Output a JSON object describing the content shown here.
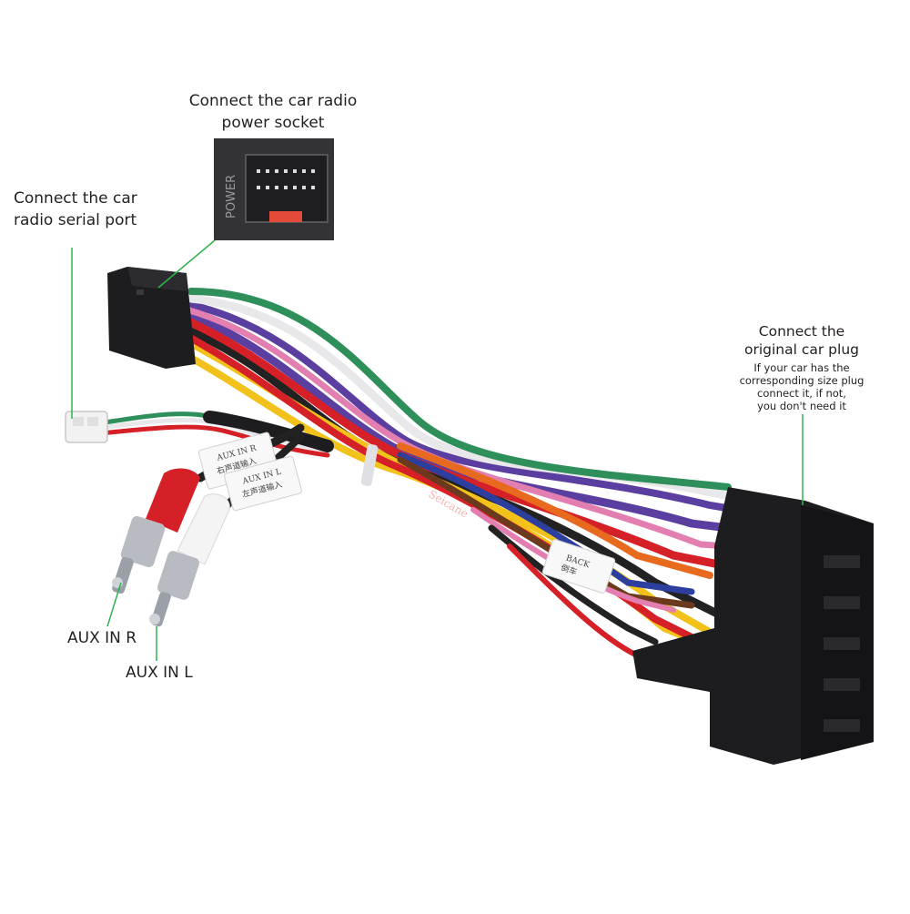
{
  "labels": {
    "power_socket_line1": "Connect the car radio",
    "power_socket_line2": "power socket",
    "serial_port_line1": "Connect the car",
    "serial_port_line2": "radio  serial port",
    "original_plug_line1": "Connect the",
    "original_plug_line2": "original car plug",
    "original_plug_note1": "If your car has the",
    "original_plug_note2": "corresponding size plug",
    "original_plug_note3": "connect it, if not,",
    "original_plug_note4": "you don't need it",
    "aux_r": "AUX IN R",
    "aux_l": "AUX IN L"
  },
  "inset": {
    "power_text": "POWER"
  },
  "tags": {
    "aux_tag1_line1": "AUX IN R",
    "aux_tag1_line2": "右声道输入",
    "aux_tag2_line1": "AUX IN L",
    "aux_tag2_line2": "左声道输入",
    "back_tag_line1": "BACK",
    "back_tag_line2": "倒车",
    "brand": "Seicane"
  },
  "colors": {
    "callout_line": "#2fb34a",
    "connector": "#1d1d1f",
    "wire_red": "#d62027",
    "wire_yellow": "#f2c21a",
    "wire_purple": "#5b3fa0",
    "wire_orange": "#e86a1e",
    "wire_green": "#2f8f5a",
    "wire_white": "#e8e8ea",
    "wire_pink": "#e37fb0",
    "wire_black": "#222222",
    "wire_blue": "#2c3f9e",
    "wire_brown": "#6b3a1e"
  }
}
